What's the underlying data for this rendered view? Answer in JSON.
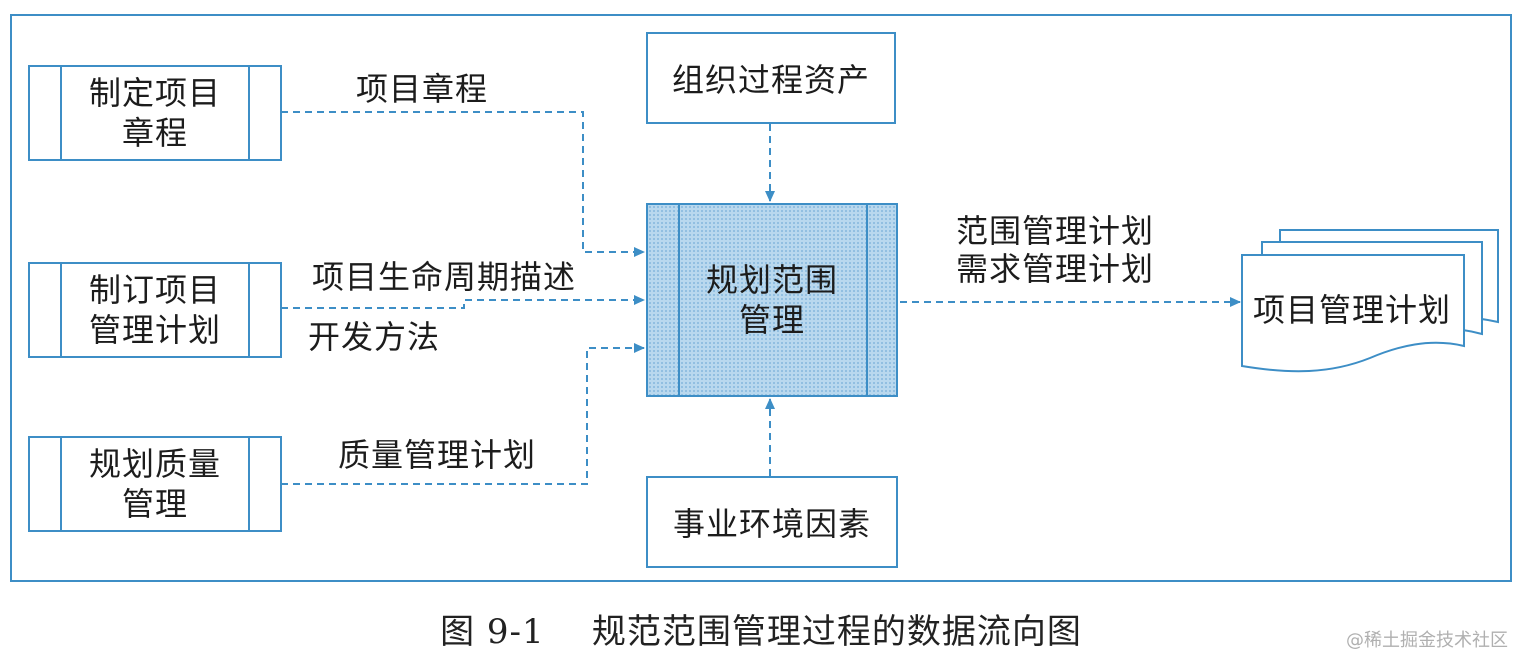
{
  "processes": {
    "develop_charter": {
      "line1": "制定项目",
      "line2": "章程"
    },
    "develop_pm_plan": {
      "line1": "制订项目",
      "line2": "管理计划"
    },
    "plan_quality": {
      "line1": "规划质量",
      "line2": "管理"
    },
    "plan_scope": {
      "line1": "规划范围",
      "line2": "管理"
    }
  },
  "inputs": {
    "org_assets": "组织过程资产",
    "enterprise_factors": "事业环境因素"
  },
  "flows": {
    "charter": "项目章程",
    "lifecycle": "项目生命周期描述",
    "dev_approach": "开发方法",
    "quality_plan": "质量管理计划",
    "scope_plan": "范围管理计划",
    "req_plan": "需求管理计划"
  },
  "output": {
    "label": "项目管理计划"
  },
  "caption": {
    "figure": "图 9-1",
    "title": "规范范围管理过程的数据流向图"
  },
  "watermark": "@稀土掘金技术社区",
  "colors": {
    "line": "#3d8ec6",
    "center_fill": "#b9d8ee"
  }
}
